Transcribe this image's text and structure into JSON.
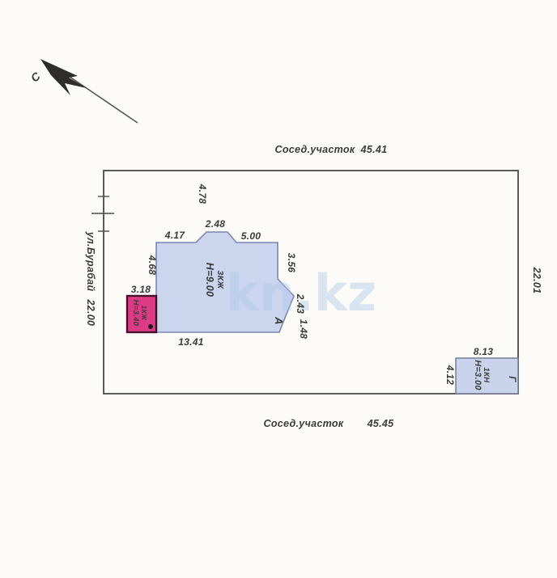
{
  "north": {
    "label": "С"
  },
  "boundaries": {
    "top": {
      "name": "Сосед.участок",
      "value": "45.41"
    },
    "bottom": {
      "name": "Сосед.участок",
      "value": "45.45"
    },
    "left": {
      "name": "ул.Бурабай",
      "value": "22.00"
    },
    "right": {
      "value": "22.01"
    }
  },
  "buildings": {
    "main": {
      "type": "3КЖ",
      "height": "Н=9.00",
      "letter": "А"
    },
    "annex": {
      "type": "1КЖ",
      "height": "Н=3.40"
    },
    "garage": {
      "type": "1КН",
      "height": "Н=3.00",
      "letter": "Г"
    }
  },
  "dims": {
    "top_offset": "4.78",
    "bump_width": "2.48",
    "top_left": "4.17",
    "top_right": "5.00",
    "left_side": "4.68",
    "right_side": "3.56",
    "annex_width": "3.18",
    "chamfer": "2.43",
    "right_lower": "1.48",
    "bottom_side": "13.41",
    "garage_width": "8.13",
    "garage_depth": "4.12"
  },
  "watermark": {
    "text": "kn.kz"
  },
  "colors": {
    "paper": "#fcfbf8",
    "ink": "#3b3b3b",
    "boundary_line": "#4a4a46",
    "building_fill": "#ccd5ee",
    "building_stroke": "#7d85b5",
    "annex_fill": "#de3b86",
    "annex_stroke": "#47102a",
    "garage_fill": "#c9d3ec",
    "garage_stroke": "#6f7590",
    "watermark": "#a9c7e7"
  }
}
